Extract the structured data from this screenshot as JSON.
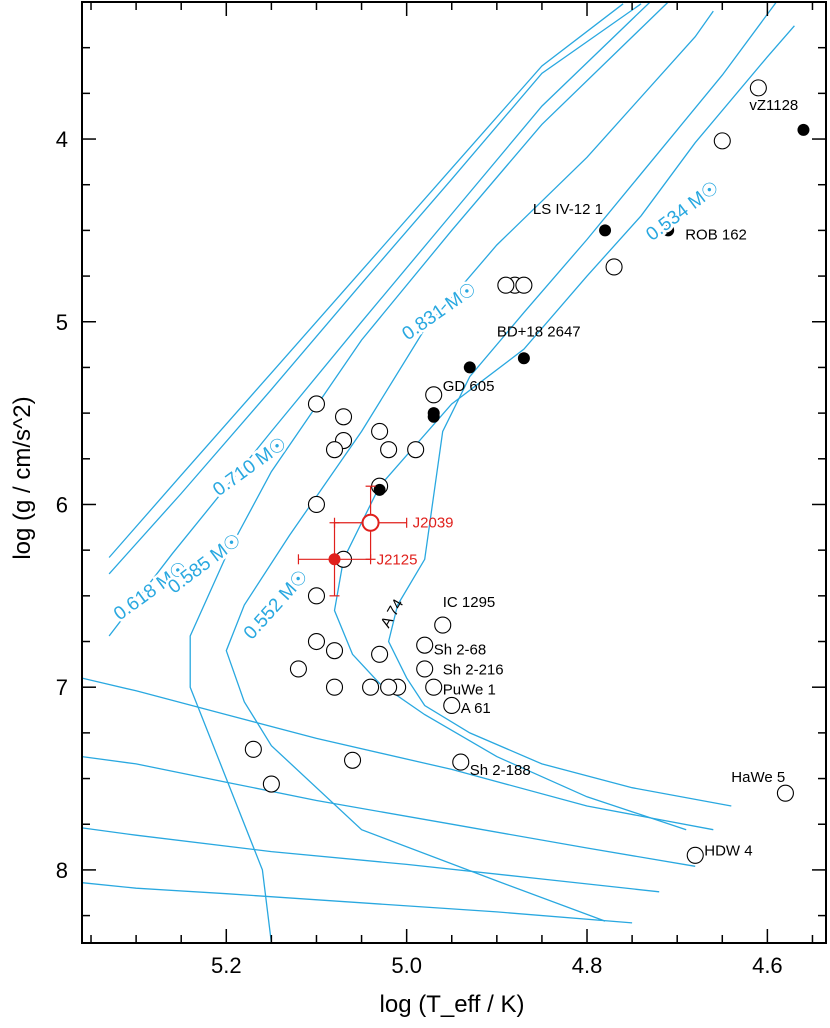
{
  "chart_data": {
    "type": "scatter",
    "xlabel": "log (T_eff / K)",
    "ylabel": "log (g / cm/s^2)",
    "x_reversed": true,
    "y_reversed": true,
    "xlim": [
      5.36,
      4.535
    ],
    "ylim": [
      3.25,
      8.4
    ],
    "x_ticks": [
      "5.2",
      "5.0",
      "4.8",
      "4.6"
    ],
    "y_ticks": [
      "4",
      "5",
      "6",
      "7",
      "8"
    ],
    "colors": {
      "track": "#29a8e0",
      "highlight": "#e0201c",
      "axis": "#000000"
    },
    "tracks": [
      {
        "label": "0.831 M☉",
        "points": [
          [
            5.33,
            6.29
          ],
          [
            5.25,
            5.84
          ],
          [
            5.15,
            5.28
          ],
          [
            5.05,
            4.72
          ],
          [
            4.95,
            4.16
          ],
          [
            4.85,
            3.6
          ],
          [
            4.76,
            3.26
          ]
        ]
      },
      {
        "label": "0.710 M☉",
        "points": [
          [
            5.33,
            6.38
          ],
          [
            5.25,
            5.94
          ],
          [
            5.15,
            5.37
          ],
          [
            5.05,
            4.79
          ],
          [
            4.95,
            4.22
          ],
          [
            4.85,
            3.64
          ],
          [
            4.74,
            3.26
          ]
        ]
      },
      {
        "label": "0.618 M☉",
        "points": [
          [
            5.33,
            6.72
          ],
          [
            5.26,
            6.27
          ],
          [
            5.15,
            5.6
          ],
          [
            5.05,
            5.0
          ],
          [
            4.95,
            4.41
          ],
          [
            4.85,
            3.82
          ],
          [
            4.73,
            3.25
          ]
        ]
      },
      {
        "label": "0.585 M☉",
        "points": [
          [
            5.15,
            8.4
          ],
          [
            5.16,
            8.0
          ],
          [
            5.2,
            7.5
          ],
          [
            5.24,
            7.0
          ],
          [
            5.24,
            6.72
          ],
          [
            5.2,
            6.28
          ],
          [
            5.15,
            5.82
          ],
          [
            5.05,
            5.1
          ],
          [
            4.95,
            4.5
          ],
          [
            4.85,
            3.92
          ],
          [
            4.71,
            3.25
          ]
        ]
      },
      {
        "label": "0.552 M☉",
        "points": [
          [
            4.78,
            8.28
          ],
          [
            4.9,
            8.06
          ],
          [
            5.05,
            7.78
          ],
          [
            5.15,
            7.32
          ],
          [
            5.18,
            7.08
          ],
          [
            5.2,
            6.8
          ],
          [
            5.18,
            6.55
          ],
          [
            5.13,
            6.17
          ],
          [
            5.05,
            5.6
          ],
          [
            4.98,
            5.04
          ],
          [
            4.9,
            4.58
          ],
          [
            4.8,
            4.1
          ],
          [
            4.68,
            3.44
          ],
          [
            4.66,
            3.3
          ]
        ]
      },
      {
        "label": "0.534 M☉",
        "points": [
          [
            4.69,
            7.78
          ],
          [
            4.8,
            7.6
          ],
          [
            4.9,
            7.38
          ],
          [
            4.98,
            7.15
          ],
          [
            5.03,
            6.98
          ],
          [
            5.06,
            6.82
          ],
          [
            5.08,
            6.58
          ],
          [
            5.07,
            6.3
          ],
          [
            5.03,
            5.9
          ],
          [
            4.95,
            5.45
          ],
          [
            4.87,
            5.15
          ],
          [
            4.8,
            4.75
          ],
          [
            4.74,
            4.42
          ],
          [
            4.68,
            4.02
          ],
          [
            4.6,
            3.55
          ],
          [
            4.57,
            3.38
          ]
        ]
      },
      {
        "label": "",
        "points": [
          [
            4.64,
            7.65
          ],
          [
            4.75,
            7.55
          ],
          [
            4.85,
            7.42
          ],
          [
            4.93,
            7.25
          ],
          [
            4.98,
            7.1
          ],
          [
            5.0,
            6.95
          ],
          [
            5.02,
            6.75
          ],
          [
            5.01,
            6.55
          ],
          [
            4.98,
            6.3
          ],
          [
            4.97,
            5.95
          ],
          [
            4.96,
            5.6
          ],
          [
            4.93,
            5.3
          ],
          [
            4.87,
            4.95
          ],
          [
            4.8,
            4.55
          ],
          [
            4.75,
            4.25
          ],
          [
            4.7,
            3.95
          ],
          [
            4.65,
            3.65
          ],
          [
            4.59,
            3.25
          ]
        ]
      },
      {
        "label": "",
        "points": [
          [
            4.66,
            7.78
          ],
          [
            4.8,
            7.65
          ],
          [
            4.95,
            7.45
          ],
          [
            5.1,
            7.28
          ],
          [
            5.2,
            7.15
          ],
          [
            5.3,
            7.02
          ],
          [
            5.36,
            6.95
          ]
        ]
      },
      {
        "label": "",
        "points": [
          [
            4.68,
            7.98
          ],
          [
            4.8,
            7.88
          ],
          [
            4.95,
            7.75
          ],
          [
            5.1,
            7.62
          ],
          [
            5.2,
            7.52
          ],
          [
            5.3,
            7.42
          ],
          [
            5.36,
            7.38
          ]
        ]
      },
      {
        "label": "",
        "points": [
          [
            4.72,
            8.12
          ],
          [
            4.85,
            8.05
          ],
          [
            5.0,
            7.97
          ],
          [
            5.15,
            7.9
          ],
          [
            5.3,
            7.81
          ],
          [
            5.36,
            7.77
          ]
        ]
      },
      {
        "label": "",
        "points": [
          [
            4.75,
            8.29
          ],
          [
            4.9,
            8.23
          ],
          [
            5.05,
            8.18
          ],
          [
            5.2,
            8.13
          ],
          [
            5.3,
            8.1
          ],
          [
            5.36,
            8.07
          ]
        ]
      }
    ],
    "open_points": [
      [
        4.61,
        3.72
      ],
      [
        4.65,
        4.01
      ],
      [
        4.77,
        4.7
      ],
      [
        4.88,
        4.8
      ],
      [
        4.87,
        4.8
      ],
      [
        4.89,
        4.8
      ],
      [
        5.1,
        5.45
      ],
      [
        5.07,
        5.52
      ],
      [
        5.07,
        5.65
      ],
      [
        5.08,
        5.7
      ],
      [
        5.03,
        5.6
      ],
      [
        5.02,
        5.7
      ],
      [
        4.99,
        5.7
      ],
      [
        4.97,
        5.4
      ],
      [
        5.03,
        5.9
      ],
      [
        5.1,
        6.0
      ],
      [
        5.07,
        6.3
      ],
      [
        5.1,
        6.5
      ],
      [
        5.1,
        6.75
      ],
      [
        5.08,
        6.8
      ],
      [
        5.12,
        6.9
      ],
      [
        5.08,
        7.0
      ],
      [
        5.03,
        6.82
      ],
      [
        5.04,
        7.0
      ],
      [
        5.01,
        7.0
      ],
      [
        5.02,
        7.0
      ],
      [
        4.96,
        6.66
      ],
      [
        4.98,
        6.77
      ],
      [
        4.98,
        6.9
      ],
      [
        4.97,
        7.0
      ],
      [
        4.95,
        7.1
      ],
      [
        4.94,
        7.41
      ],
      [
        5.06,
        7.4
      ],
      [
        5.17,
        7.34
      ],
      [
        5.15,
        7.53
      ],
      [
        4.58,
        7.58
      ],
      [
        4.68,
        7.92
      ]
    ],
    "filled_points": [
      [
        4.56,
        3.95
      ],
      [
        4.78,
        4.5
      ],
      [
        4.71,
        4.5
      ],
      [
        4.87,
        5.2
      ],
      [
        4.93,
        5.25
      ],
      [
        4.97,
        5.5
      ],
      [
        4.97,
        5.52
      ],
      [
        5.03,
        5.92
      ]
    ],
    "highlighted_points": [
      {
        "label": "J2039",
        "x": 5.04,
        "y": 6.1,
        "xerr": 0.04,
        "yerr": 0.2,
        "marker": "open"
      },
      {
        "label": "J2125",
        "x": 5.08,
        "y": 6.3,
        "xerr": 0.04,
        "yerr": 0.2,
        "marker": "filled"
      }
    ],
    "star_labels": [
      {
        "text": "vZ1128",
        "x": 4.62,
        "y": 3.84,
        "anchor": "start",
        "dx": 0,
        "rotate": 0
      },
      {
        "text": "LS IV-12 1",
        "x": 4.86,
        "y": 4.41,
        "anchor": "start",
        "dx": 0,
        "rotate": 0
      },
      {
        "text": "ROB 162",
        "x": 4.7,
        "y": 4.55,
        "anchor": "start",
        "dx": 8,
        "rotate": 0
      },
      {
        "text": "BD+18 2647",
        "x": 4.9,
        "y": 5.08,
        "anchor": "start",
        "dx": 0,
        "rotate": 0
      },
      {
        "text": "GD 605",
        "x": 4.96,
        "y": 5.38,
        "anchor": "start",
        "dx": 0,
        "rotate": 0
      },
      {
        "text": "IC 1295",
        "x": 4.96,
        "y": 6.56,
        "anchor": "start",
        "dx": 0,
        "rotate": 0
      },
      {
        "text": "A 74",
        "x": 5.02,
        "y": 6.68,
        "anchor": "start",
        "dx": 0,
        "rotate": -60
      },
      {
        "text": "Sh 2-68",
        "x": 4.97,
        "y": 6.82,
        "anchor": "start",
        "dx": 0,
        "rotate": 0
      },
      {
        "text": "Sh 2-216",
        "x": 4.96,
        "y": 6.93,
        "anchor": "start",
        "dx": 0,
        "rotate": 0
      },
      {
        "text": "PuWe 1",
        "x": 4.96,
        "y": 7.04,
        "anchor": "start",
        "dx": 0,
        "rotate": 0
      },
      {
        "text": "A 61",
        "x": 4.94,
        "y": 7.14,
        "anchor": "start",
        "dx": 0,
        "rotate": 0
      },
      {
        "text": "Sh 2-188",
        "x": 4.93,
        "y": 7.48,
        "anchor": "start",
        "dx": 0,
        "rotate": 0
      },
      {
        "text": "HaWe 5",
        "x": 4.64,
        "y": 7.52,
        "anchor": "start",
        "dx": 0,
        "rotate": 0
      },
      {
        "text": "HDW 4",
        "x": 4.67,
        "y": 7.92,
        "anchor": "start",
        "dx": 0,
        "rotate": 0
      }
    ],
    "track_labels": [
      {
        "text": "0.831 M☉",
        "x": 4.96,
        "y": 4.97,
        "rotate": -35
      },
      {
        "text": "0.710 M☉",
        "x": 5.17,
        "y": 5.82,
        "rotate": -36
      },
      {
        "text": "0.618 M☉",
        "x": 5.28,
        "y": 6.5,
        "rotate": -36
      },
      {
        "text": "0.585 M☉",
        "x": 5.22,
        "y": 6.35,
        "rotate": -37
      },
      {
        "text": "0.552 M☉",
        "x": 5.14,
        "y": 6.57,
        "rotate": -48
      },
      {
        "text": "0.534 M☉",
        "x": 4.69,
        "y": 4.42,
        "rotate": -37
      }
    ]
  }
}
